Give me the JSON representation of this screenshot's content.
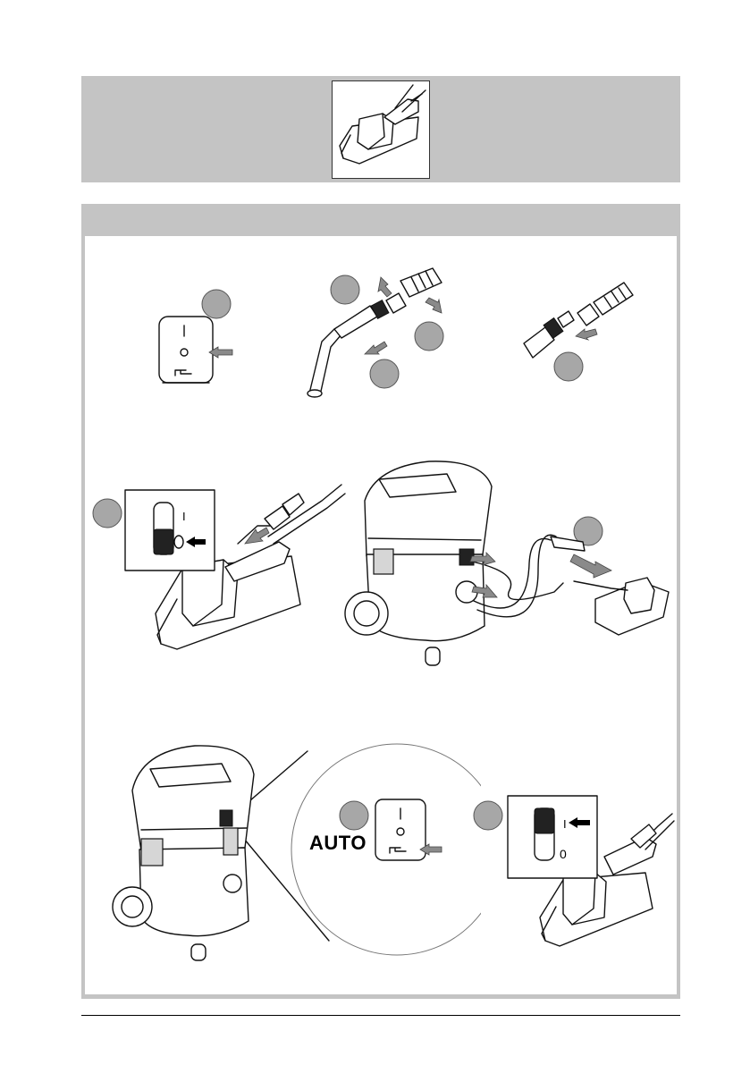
{
  "page": {
    "auto_label": "AUTO",
    "switch_labels": {
      "on": "I",
      "off": "0"
    }
  },
  "figures": [
    {
      "name": "sander-thumbnail-icon"
    },
    {
      "name": "mode-switch-press-icon"
    },
    {
      "name": "hose-disconnect-icon"
    },
    {
      "name": "adapter-connect-icon"
    },
    {
      "name": "tool-switch-off-icon"
    },
    {
      "name": "vacuum-connect-tool-icon"
    },
    {
      "name": "vacuum-auto-mode-icon"
    },
    {
      "name": "tool-switch-on-icon"
    }
  ],
  "colors": {
    "band": "#c4c4c4",
    "step_circle": "#a7a7a7",
    "arrow": "#8a8a8a"
  }
}
